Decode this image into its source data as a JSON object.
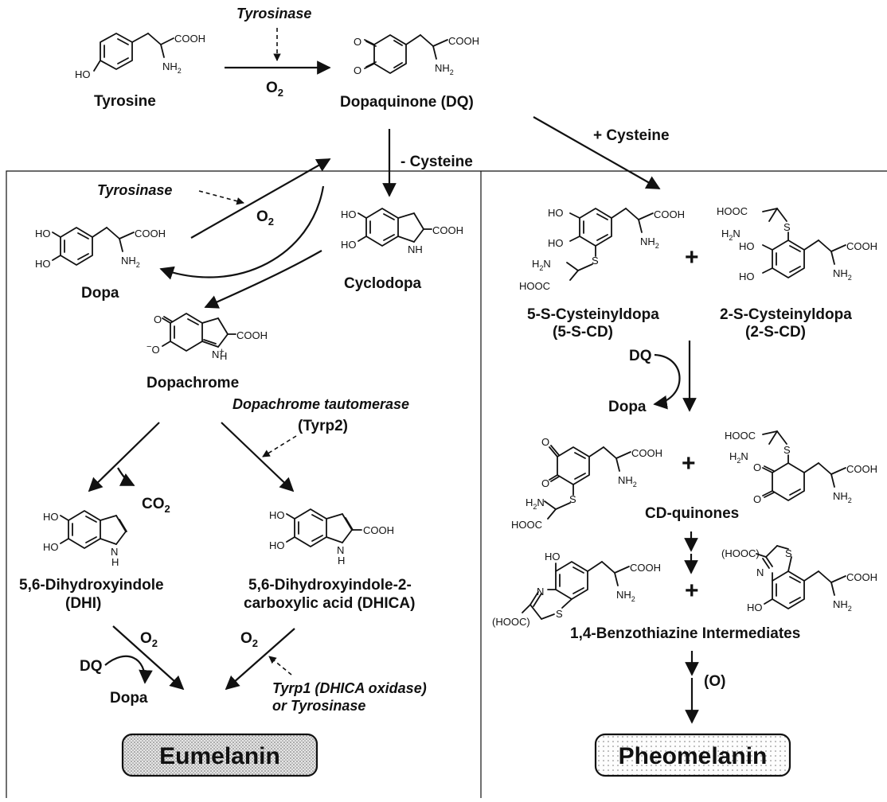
{
  "compounds": {
    "tyrosine": "Tyrosine",
    "dopaquinone": "Dopaquinone (DQ)",
    "dopa": "Dopa",
    "cyclodopa": "Cyclodopa",
    "dopachrome": "Dopachrome",
    "dhi_line1": "5,6-Dihydroxyindole",
    "dhi_line2": "(DHI)",
    "dhica_line1": "5,6-Dihydroxyindole-2-",
    "dhica_line2": "carboxylic acid (DHICA)",
    "cd5_line1": "5-S-Cysteinyldopa",
    "cd5_line2": "(5-S-CD)",
    "cd2_line1": "2-S-Cysteinyldopa",
    "cd2_line2": "(2-S-CD)",
    "cd_quinones": "CD-quinones",
    "benzothiazine": "1,4-Benzothiazine Intermediates",
    "eumelanin": "Eumelanin",
    "pheomelanin": "Pheomelanin"
  },
  "enzymes": {
    "tyrosinase": "Tyrosinase",
    "dct_line1": "Dopachrome tautomerase",
    "dct_line2": "(Tyrp2)",
    "tyrp1_line1": "Tyrp1 (DHICA oxidase)",
    "tyrp1_line2": "or Tyrosinase"
  },
  "reaction_labels": {
    "o2": "O",
    "o2_sub": "2",
    "minus_cysteine": "- Cysteine",
    "plus_cysteine": "+ Cysteine",
    "co2": "CO",
    "co2_sub": "2",
    "dq": "DQ",
    "dopa": "Dopa",
    "oxidation": "(O)",
    "plus": "+"
  },
  "groups": {
    "cooh": "COOH",
    "hooc": "HOOC",
    "nh2": "NH",
    "h2n": "H",
    "ho": "HO",
    "o": "O",
    "nh": "NH",
    "n": "N",
    "h": "H",
    "s": "S",
    "hooc_paren": "(HOOC)"
  }
}
